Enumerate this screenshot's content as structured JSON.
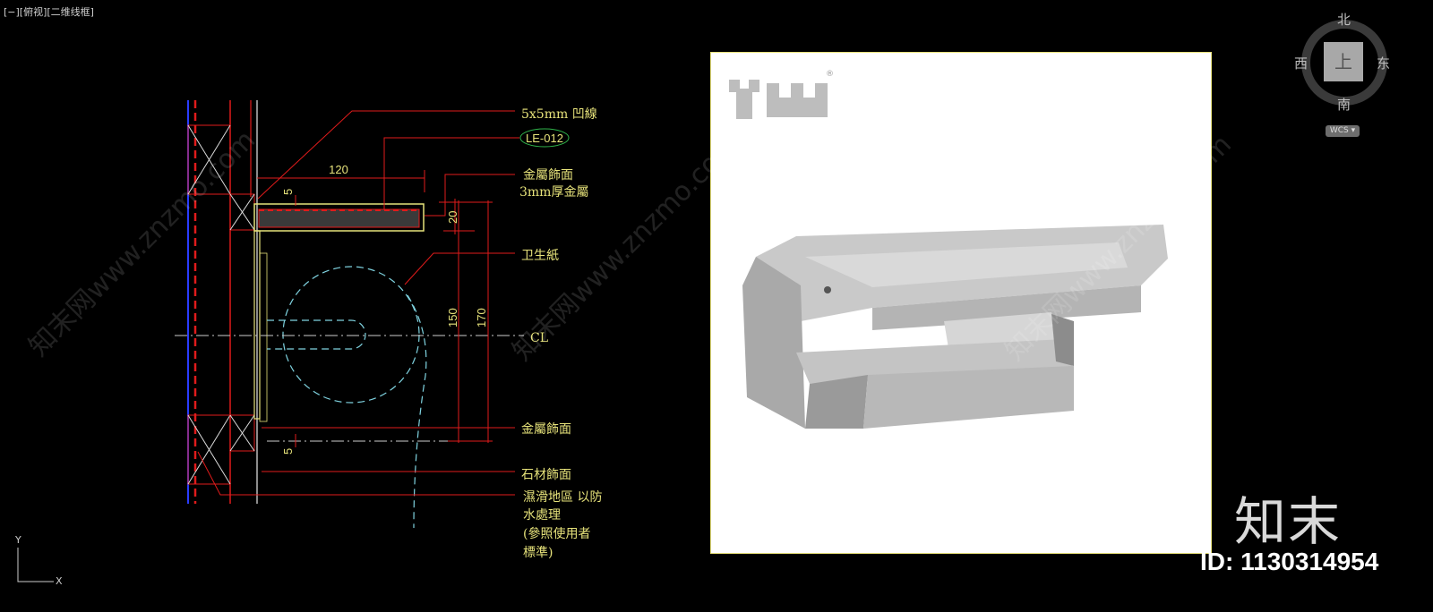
{
  "viewport": {
    "label": "[−][俯视][二维线框]"
  },
  "annotations": {
    "groove": "5x5mm 凹線",
    "tag": "LE-012",
    "metal_finish_1": "金屬飾面",
    "metal_thickness": "3mm厚金屬",
    "toilet_paper": "卫生紙",
    "centerline": "CL",
    "metal_finish_2": "金屬飾面",
    "stone_finish": "石材飾面",
    "waterproof_1": "濕滑地區 以防",
    "waterproof_2": "水處理",
    "waterproof_3": "(參照使用者",
    "waterproof_4": "標準)"
  },
  "dimensions": {
    "width": "120",
    "groove_top": "5",
    "shelf_thickness": "20",
    "height_1": "150",
    "height_2": "170",
    "groove_bottom": "5"
  },
  "photo": {
    "logo": "YW",
    "registered": "®"
  },
  "viewcube": {
    "north": "北",
    "south": "南",
    "west": "西",
    "east": "东",
    "top": "上",
    "wcs": "WCS"
  },
  "ucs": {
    "x": "X",
    "y": "Y"
  },
  "watermark": {
    "text": "知末网www.znzmo.com",
    "brand": "知末",
    "id": "ID: 1130314954"
  },
  "colors": {
    "background": "#000000",
    "red": "#e01b1b",
    "yellow": "#e6e27a",
    "cyan": "#7fd3e0",
    "blue": "#2a3cff"
  }
}
